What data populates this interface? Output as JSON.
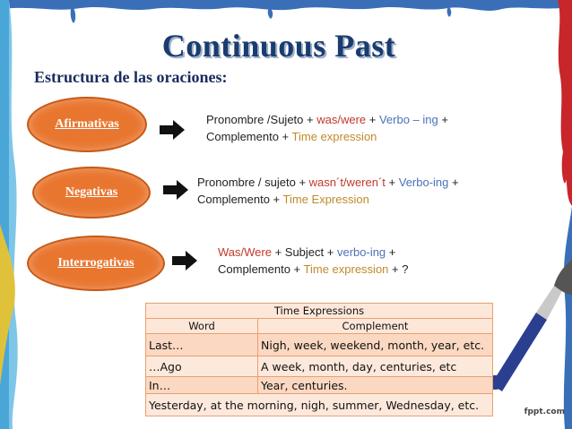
{
  "title": "Continuous Past",
  "subtitle": "Estructura de las oraciones:",
  "forms": [
    {
      "label": "Afirmativas",
      "parts": [
        {
          "text": "Pronombre /Sujeto + ",
          "color": "plain"
        },
        {
          "text": "was/were",
          "color": "red"
        },
        {
          "text": " + ",
          "color": "plain"
        },
        {
          "text": "Verbo – ing",
          "color": "blue"
        },
        {
          "text": " +",
          "color": "plain"
        }
      ],
      "parts2": [
        {
          "text": "Complemento + ",
          "color": "plain"
        },
        {
          "text": "Time expression",
          "color": "olive"
        }
      ]
    },
    {
      "label": "Negativas",
      "parts": [
        {
          "text": "Pronombre / sujeto + ",
          "color": "plain"
        },
        {
          "text": "wasn´t/weren´t",
          "color": "red"
        },
        {
          "text": " + ",
          "color": "plain"
        },
        {
          "text": "Verbo-ing",
          "color": "blue"
        },
        {
          "text": " +",
          "color": "plain"
        }
      ],
      "parts2": [
        {
          "text": "Complemento + ",
          "color": "plain"
        },
        {
          "text": "Time Expression",
          "color": "olive"
        }
      ]
    },
    {
      "label": "Interrogativas",
      "parts": [
        {
          "text": "Was/Were",
          "color": "red"
        },
        {
          "text": " + Subject + ",
          "color": "plain"
        },
        {
          "text": "verbo-ing",
          "color": "blue"
        },
        {
          "text": " +",
          "color": "plain"
        }
      ],
      "parts2": [
        {
          "text": "Complemento + ",
          "color": "plain"
        },
        {
          "text": "Time expression",
          "color": "olive"
        },
        {
          "text": " + ?",
          "color": "plain"
        }
      ]
    }
  ],
  "table": {
    "caption": "Time Expressions",
    "col1": "Word",
    "col2": "Complement",
    "rows": [
      [
        "Last…",
        "Nigh, week, weekend, month, year, etc."
      ],
      [
        "…Ago",
        "A week, month, day, centuries, etc"
      ],
      [
        "In…",
        "Year, centuries."
      ]
    ],
    "footer": "Yesterday, at the morning, nigh, summer, Wednesday, etc."
  },
  "logo": "fppt.com",
  "colors": {
    "accent_orange": "#e9762f",
    "title_blue": "#1a3c6e",
    "red": "#c0392b",
    "blue": "#4a72b8",
    "olive": "#c08a2a"
  },
  "icons": [
    "arrow-right-icon",
    "paint-drip-decoration",
    "paintbrush-decoration"
  ]
}
